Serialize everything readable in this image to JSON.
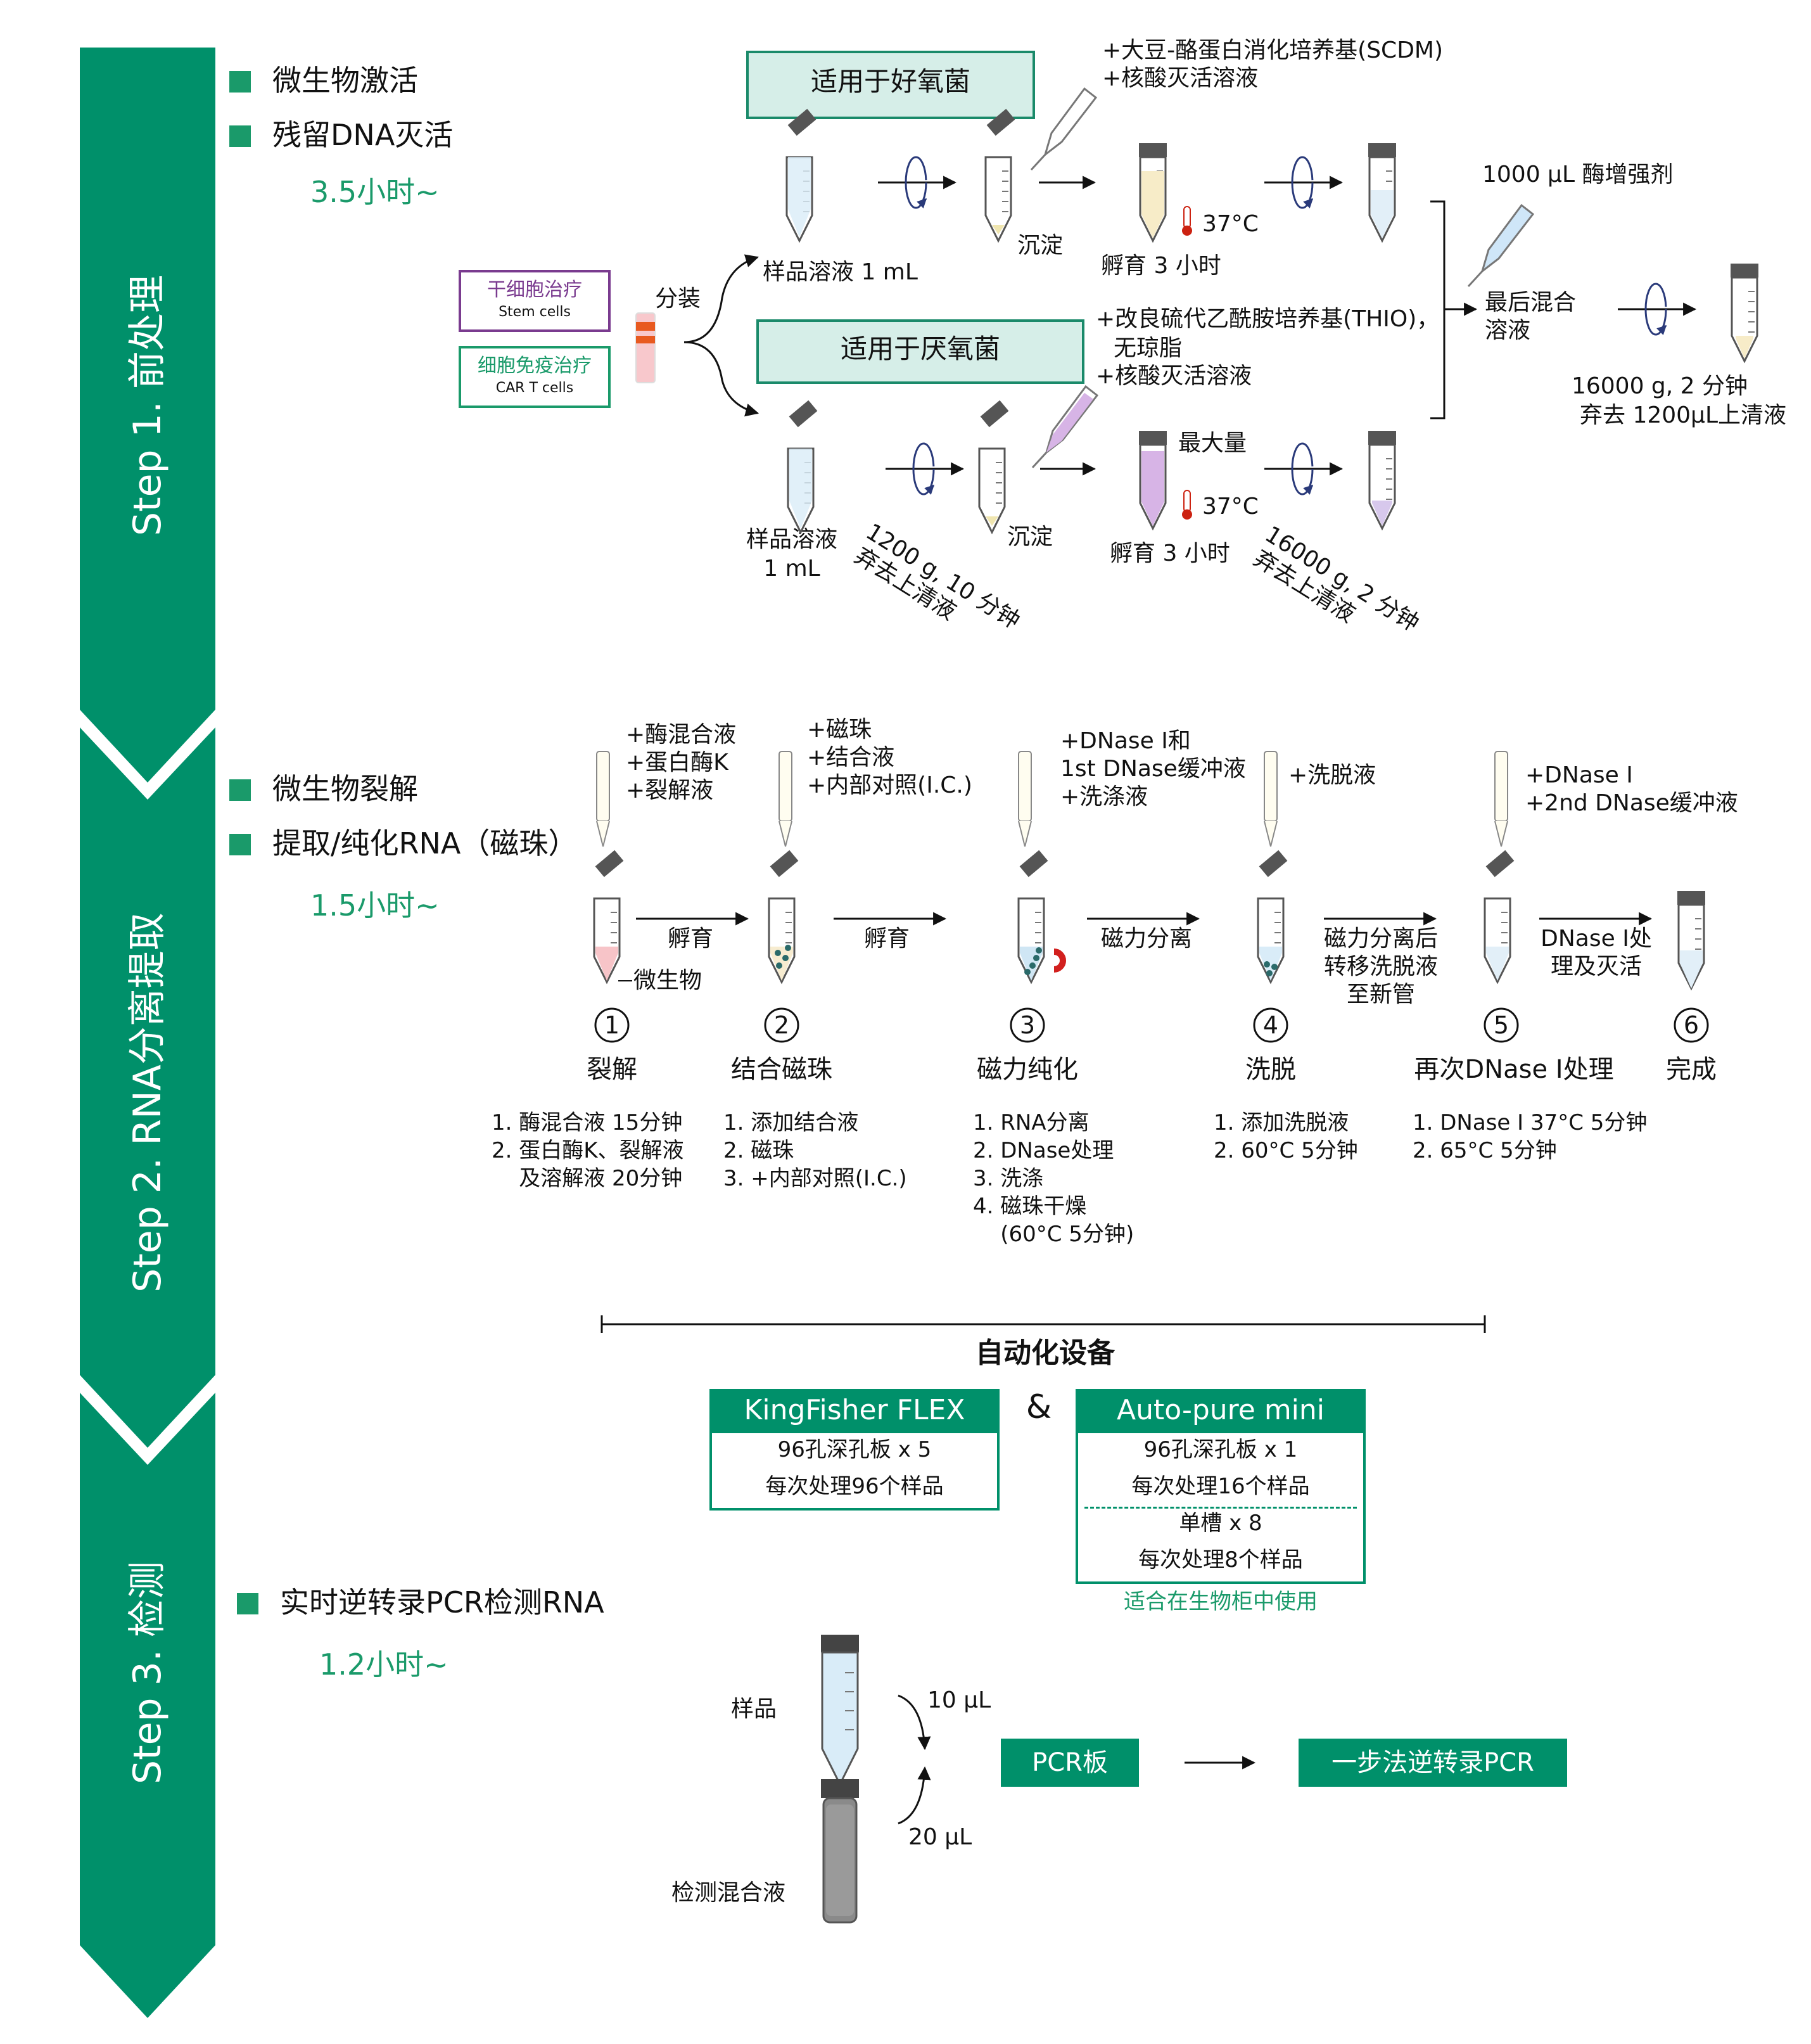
{
  "colors": {
    "green": "#00906a",
    "green_text": "#1a9a6a",
    "teal_box": "#d6eee8",
    "purple": "#7a3b8f",
    "pink": "#f4b7bf",
    "blue_liquid": "#d9ecf8"
  },
  "step1": {
    "banner": "Step 1. 前处理",
    "bullets": [
      "微生物激活",
      "残留DNA灭活"
    ],
    "time": "3.5小时~",
    "aerobic_box": "适用于好氧菌",
    "anaerobic_box": "适用于厌氧菌",
    "aerobic_reagents": [
      "+大豆-酪蛋白消化培养基(SCDM)",
      "+核酸灭活溶液"
    ],
    "anaerobic_reagents": [
      "+改良硫代乙酰胺培养基(THIO)，",
      "无琼脂",
      "+核酸灭活溶液"
    ],
    "stem_cells_cn": "干细胞治疗",
    "stem_cells_en": "Stem cells",
    "car_t_cn": "细胞免疫治疗",
    "car_t_en": "CAR T cells",
    "aliquot": "分装",
    "sample_aerobic": "样品溶液 1 mL",
    "sample_anaerobic_1": "样品溶液",
    "sample_anaerobic_2": "1 mL",
    "precipitate": "沉淀",
    "temp": "37°C",
    "incubate": "孵育 3 小时",
    "max_amount": "最大量",
    "spin1_a": "1200 g, 10 分钟",
    "spin1_b": "弃去上清液",
    "spin2_a": "16000 g, 2 分钟",
    "spin2_b": "弃去上清液",
    "enhancer": "1000 µL 酶增强剂",
    "final_mix_1": "最后混合",
    "final_mix_2": "溶液",
    "final_spin_1": "16000 g, 2 分钟",
    "final_spin_2": "弃去 1200µL上清液"
  },
  "step2": {
    "banner": "Step 2. RNA分离提取",
    "bullets": [
      "微生物裂解",
      "提取/纯化RNA（磁珠）"
    ],
    "time": "1.5小时~",
    "reagents": [
      [
        "+酶混合液",
        "+蛋白酶K",
        "+裂解液"
      ],
      [
        "+磁珠",
        "+结合液",
        "+内部对照(I.C.)"
      ],
      [
        "+DNase I和",
        "1st DNase缓冲液",
        "+洗涤液"
      ],
      [
        "+洗脱液"
      ],
      [
        "+DNase I",
        "+2nd DNase缓冲液"
      ]
    ],
    "arrow_labels": [
      [
        "孵育"
      ],
      [
        "孵育"
      ],
      [
        "磁力分离"
      ],
      [
        "磁力分离后",
        "转移洗脱液",
        "至新管"
      ],
      [
        "DNase I处",
        "理及灭活"
      ]
    ],
    "microbe": "微生物",
    "steps": [
      {
        "num": "1",
        "name": "裂解",
        "details": [
          "1. 酶混合液 15分钟",
          "2. 蛋白酶K、裂解液",
          "    及溶解液 20分钟"
        ]
      },
      {
        "num": "2",
        "name": "结合磁珠",
        "details": [
          "1. 添加结合液",
          "2. 磁珠",
          "3. +内部对照(I.C.)"
        ]
      },
      {
        "num": "3",
        "name": "磁力纯化",
        "details": [
          "1. RNA分离",
          "2. DNase处理",
          "3. 洗涤",
          "4. 磁珠干燥",
          "    (60°C 5分钟)"
        ]
      },
      {
        "num": "4",
        "name": "洗脱",
        "details": [
          "1. 添加洗脱液",
          "2. 60°C 5分钟"
        ]
      },
      {
        "num": "5",
        "name": "再次DNase I处理",
        "details": [
          "1. DNase I 37°C 5分钟",
          "2. 65°C 5分钟"
        ]
      },
      {
        "num": "6",
        "name": "完成",
        "details": []
      }
    ],
    "automation": "自动化设备",
    "amp": "&",
    "kingfisher": {
      "title": "KingFisher FLEX",
      "lines": [
        "96孔深孔板 x 5",
        "每次处理96个样品"
      ]
    },
    "autopure": {
      "title": "Auto-pure mini",
      "lines": [
        "96孔深孔板 x 1",
        "每次处理16个样品",
        "单槽 x 8",
        "每次处理8个样品"
      ]
    },
    "biosafety": "适合在生物柜中使用"
  },
  "step3": {
    "banner": "Step 3. 检测",
    "bullet": "实时逆转录PCR检测RNA",
    "time": "1.2小时~",
    "sample": "样品",
    "mix": "检测混合液",
    "vol1": "10 µL",
    "vol2": "20 µL",
    "pcr_plate": "PCR板",
    "one_step": "一步法逆转录PCR"
  }
}
